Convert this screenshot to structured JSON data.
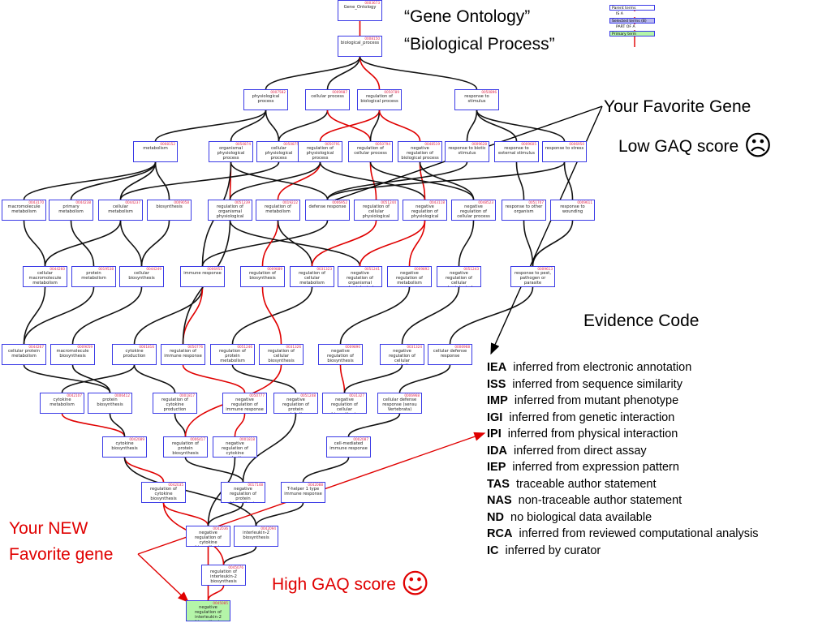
{
  "header": {
    "line1": "“Gene Ontology”",
    "line2": "“Biological Process”"
  },
  "annotations": {
    "favorite_gene": "Your Favorite Gene",
    "low_score": "Low GAQ score",
    "low_face": "☹",
    "new_favorite_line1": "Your NEW",
    "new_favorite_line2": "Favorite gene",
    "high_score": "High GAQ score",
    "high_face": "☺"
  },
  "legend": {
    "items": [
      "Parent terms",
      "IS A",
      "Selected terms (8)",
      "PART OF A",
      "Primary term"
    ]
  },
  "evidence": {
    "title": "Evidence Code",
    "codes": [
      {
        "code": "IEA",
        "desc": "inferred from electronic annotation"
      },
      {
        "code": "ISS",
        "desc": "inferred from sequence similarity"
      },
      {
        "code": "IMP",
        "desc": "inferred from mutant phenotype"
      },
      {
        "code": "IGI",
        "desc": "inferred from genetic interaction"
      },
      {
        "code": "IPI",
        "desc": "inferred from physical interaction"
      },
      {
        "code": "IDA",
        "desc": "inferred from direct assay"
      },
      {
        "code": "IEP",
        "desc": "inferred from expression pattern"
      },
      {
        "code": "TAS",
        "desc": "traceable author statement"
      },
      {
        "code": "NAS",
        "desc": "non-traceable author statement"
      },
      {
        "code": "ND",
        "desc": "no biological data available"
      },
      {
        "code": "RCA",
        "desc": "inferred from reviewed computational analysis"
      },
      {
        "code": "IC",
        "desc": "inferred by curator"
      }
    ]
  },
  "colors": {
    "node_border": "#3a3ae6",
    "node_id": "#e0264a",
    "edge_black": "#111111",
    "edge_red": "#e00000",
    "primary_fill": "#b4f5a8",
    "selected_fill": "#b9b9f0",
    "annotation_red": "#e00000"
  },
  "nodes": [
    {
      "id": "n_root",
      "gid": "0003673",
      "label": "Gene_Ontology"
    },
    {
      "id": "n_bp",
      "gid": "0008150",
      "label": "biological_process"
    },
    {
      "id": "n_phys",
      "gid": "0007582",
      "label": "physiological process"
    },
    {
      "id": "n_cell",
      "gid": "0009987",
      "label": "cellular process"
    },
    {
      "id": "n_regbp",
      "gid": "0050789",
      "label": "regulation of biological process"
    },
    {
      "id": "n_resp",
      "gid": "0050896",
      "label": "response to stimulus"
    },
    {
      "id": "n_metab",
      "gid": "0008152",
      "label": "metabolism"
    },
    {
      "id": "n_orgphys",
      "gid": "0050874",
      "label": "organismal physiological process"
    },
    {
      "id": "n_cellphys",
      "gid": "0050875",
      "label": "cellular physiological process"
    },
    {
      "id": "n_regphys",
      "gid": "0050791",
      "label": "regulation of physiological process"
    },
    {
      "id": "n_regcell",
      "gid": "0050794",
      "label": "regulation of cellular process"
    },
    {
      "id": "n_negbp",
      "gid": "0048519",
      "label": "negative regulation of biological process"
    },
    {
      "id": "n_abiotic",
      "gid": "0009628",
      "label": "response to biotic stimulus"
    },
    {
      "id": "n_external",
      "gid": "0009605",
      "label": "response to external stimulus"
    },
    {
      "id": "n_stress",
      "gid": "0006950",
      "label": "response to stress"
    },
    {
      "id": "n_macro",
      "gid": "0043170",
      "label": "macromolecule metabolism"
    },
    {
      "id": "n_primary",
      "gid": "0044238",
      "label": "primary metabolism"
    },
    {
      "id": "n_cellmet",
      "gid": "0044237",
      "label": "cellular metabolism"
    },
    {
      "id": "n_biosyn",
      "gid": "0009058",
      "label": "biosynthesis"
    },
    {
      "id": "n_regorg",
      "gid": "0051239",
      "label": "regulation of organismal physiological"
    },
    {
      "id": "n_regmet",
      "gid": "0019222",
      "label": "regulation of metabolism"
    },
    {
      "id": "n_defense",
      "gid": "0006952",
      "label": "defense response"
    },
    {
      "id": "n_regcellphys",
      "gid": "0051244",
      "label": "regulation of cellular physiological"
    },
    {
      "id": "n_negregphys",
      "gid": "0043118",
      "label": "negative regulation of physiological process"
    },
    {
      "id": "n_negregcell",
      "gid": "0048523",
      "label": "negative regulation of cellular process"
    },
    {
      "id": "n_otherorg",
      "gid": "0051707",
      "label": "response to other organism"
    },
    {
      "id": "n_wound",
      "gid": "0009611",
      "label": "response to wounding"
    },
    {
      "id": "n_cellmacro",
      "gid": "0044260",
      "label": "cellular macromolecule metabolism"
    },
    {
      "id": "n_protmet",
      "gid": "0019538",
      "label": "protein metabolism"
    },
    {
      "id": "n_cellbio",
      "gid": "0044249",
      "label": "cellular biosynthesis"
    },
    {
      "id": "n_immune",
      "gid": "0006955",
      "label": "immune response"
    },
    {
      "id": "n_regbiosyn",
      "gid": "0009889",
      "label": "regulation of biosynthesis"
    },
    {
      "id": "n_regcellmet",
      "gid": "0031323",
      "label": "regulation of cellular metabolism"
    },
    {
      "id": "n_negorg",
      "gid": "0051241",
      "label": "negative regulation of organismal physiological"
    },
    {
      "id": "n_negmet",
      "gid": "0009892",
      "label": "negative regulation of metabolism"
    },
    {
      "id": "n_negcellphys",
      "gid": "0051243",
      "label": "negative regulation of cellular physiological"
    },
    {
      "id": "n_pest",
      "gid": "0009613",
      "label": "response to pest, pathogen or parasite"
    },
    {
      "id": "n_cellprot",
      "gid": "0044267",
      "label": "cellular protein metabolism"
    },
    {
      "id": "n_macrobio",
      "gid": "0009059",
      "label": "macromolecule biosynthesis"
    },
    {
      "id": "n_cytprod",
      "gid": "0001816",
      "label": "cytokine production"
    },
    {
      "id": "n_regimm",
      "gid": "0050776",
      "label": "regulation of immune response"
    },
    {
      "id": "n_regprot",
      "gid": "0051246",
      "label": "regulation of protein metabolism"
    },
    {
      "id": "n_regcellbio",
      "gid": "0031326",
      "label": "regulation of cellular biosynthesis"
    },
    {
      "id": "n_negbiosyn",
      "gid": "0009890",
      "label": "negative regulation of biosynthesis"
    },
    {
      "id": "n_negcellmet",
      "gid": "0031324",
      "label": "negative regulation of cellular metabolism"
    },
    {
      "id": "n_celldef",
      "gid": "0006968",
      "label": "cellular defense response"
    },
    {
      "id": "n_cytmet",
      "gid": "0042107",
      "label": "cytokine metabolism"
    },
    {
      "id": "n_protbio",
      "gid": "0006412",
      "label": "protein biosynthesis"
    },
    {
      "id": "n_regcytprod",
      "gid": "0001817",
      "label": "regulation of cytokine production"
    },
    {
      "id": "n_negimm",
      "gid": "0050777",
      "label": "negative regulation of immune response"
    },
    {
      "id": "n_negprotmet",
      "gid": "0051248",
      "label": "negative regulation of protein metabolism"
    },
    {
      "id": "n_negcellbio",
      "gid": "0031327",
      "label": "negative regulation of cellular biosynthesis"
    },
    {
      "id": "n_celldefinv",
      "gid": "0006968",
      "label": "cellular defense response (sensu Vertebrata)"
    },
    {
      "id": "n_cytbio",
      "gid": "0042089",
      "label": "cytokine biosynthesis"
    },
    {
      "id": "n_regprotbio",
      "gid": "0006417",
      "label": "regulation of protein biosynthesis"
    },
    {
      "id": "n_negcytprod",
      "gid": "0001818",
      "label": "negative regulation of cytokine production"
    },
    {
      "id": "n_cellmedimm",
      "gid": "0002087",
      "label": "cell-mediated immune response"
    },
    {
      "id": "n_regcytbio",
      "gid": "0042035",
      "label": "regulation of cytokine biosynthesis"
    },
    {
      "id": "n_negprotbio",
      "gid": "0017148",
      "label": "negative regulation of protein biosynthesis"
    },
    {
      "id": "n_th1",
      "gid": "0042088",
      "label": "T-helper 1 type immune response"
    },
    {
      "id": "n_negcytbio",
      "gid": "0042036",
      "label": "negative regulation of cytokine biosynthesis"
    },
    {
      "id": "n_il2bio",
      "gid": "0042094",
      "label": "interleukin-2 biosynthesis"
    },
    {
      "id": "n_regil2",
      "gid": "0045076",
      "label": "regulation of interleukin-2 biosynthesis"
    },
    {
      "id": "n_negil2",
      "gid": "0045085",
      "label": "negative regulation of interleukin-2 biosynthesis"
    }
  ],
  "edges": [
    {
      "from": "n_root",
      "to": "n_bp",
      "red": true
    },
    {
      "from": "n_bp",
      "to": "n_phys"
    },
    {
      "from": "n_bp",
      "to": "n_cell"
    },
    {
      "from": "n_bp",
      "to": "n_regbp",
      "red": true
    },
    {
      "from": "n_bp",
      "to": "n_resp"
    },
    {
      "from": "n_phys",
      "to": "n_metab"
    },
    {
      "from": "n_phys",
      "to": "n_orgphys"
    },
    {
      "from": "n_phys",
      "to": "n_cellphys"
    },
    {
      "from": "n_cell",
      "to": "n_cellphys"
    },
    {
      "from": "n_cell",
      "to": "n_regcell",
      "red": true
    },
    {
      "from": "n_regbp",
      "to": "n_regphys",
      "red": true
    },
    {
      "from": "n_regbp",
      "to": "n_regcell"
    },
    {
      "from": "n_regbp",
      "to": "n_negbp",
      "red": true
    },
    {
      "from": "n_resp",
      "to": "n_abiotic"
    },
    {
      "from": "n_resp",
      "to": "n_external"
    },
    {
      "from": "n_resp",
      "to": "n_stress"
    },
    {
      "from": "n_metab",
      "to": "n_macro"
    },
    {
      "from": "n_metab",
      "to": "n_primary"
    },
    {
      "from": "n_metab",
      "to": "n_cellmet"
    },
    {
      "from": "n_metab",
      "to": "n_biosyn"
    },
    {
      "from": "n_orgphys",
      "to": "n_regorg",
      "red": true
    },
    {
      "from": "n_cellphys",
      "to": "n_cellmet"
    },
    {
      "from": "n_regphys",
      "to": "n_regmet",
      "red": true
    },
    {
      "from": "n_regphys",
      "to": "n_regorg"
    },
    {
      "from": "n_regcell",
      "to": "n_regcellphys",
      "red": true
    },
    {
      "from": "n_regphys",
      "to": "n_negregphys"
    },
    {
      "from": "n_negbp",
      "to": "n_negregphys",
      "red": true
    },
    {
      "from": "n_negbp",
      "to": "n_negregcell"
    },
    {
      "from": "n_regcell",
      "to": "n_negregcell"
    },
    {
      "from": "n_stress",
      "to": "n_wound"
    },
    {
      "from": "n_external",
      "to": "n_otherorg"
    },
    {
      "from": "n_abiotic",
      "to": "n_defense"
    },
    {
      "from": "n_stress",
      "to": "n_defense"
    },
    {
      "from": "n_orgphys",
      "to": "n_defense"
    },
    {
      "from": "n_macro",
      "to": "n_cellmacro"
    },
    {
      "from": "n_primary",
      "to": "n_protmet"
    },
    {
      "from": "n_cellmet",
      "to": "n_cellmacro"
    },
    {
      "from": "n_cellmet",
      "to": "n_cellbio"
    },
    {
      "from": "n_biosyn",
      "to": "n_cellbio"
    },
    {
      "from": "n_defense",
      "to": "n_immune"
    },
    {
      "from": "n_orgphys",
      "to": "n_immune"
    },
    {
      "from": "n_regmet",
      "to": "n_regbiosyn",
      "red": true
    },
    {
      "from": "n_regmet",
      "to": "n_regcellmet"
    },
    {
      "from": "n_regcellphys",
      "to": "n_regcellmet",
      "red": true
    },
    {
      "from": "n_regorg",
      "to": "n_negorg"
    },
    {
      "from": "n_negregphys",
      "to": "n_negorg",
      "red": true
    },
    {
      "from": "n_negregphys",
      "to": "n_negmet",
      "red": true
    },
    {
      "from": "n_negregcell",
      "to": "n_negcellphys"
    },
    {
      "from": "n_otherorg",
      "to": "n_pest"
    },
    {
      "from": "n_wound",
      "to": "n_pest"
    },
    {
      "from": "n_cellmacro",
      "to": "n_cellprot"
    },
    {
      "from": "n_protmet",
      "to": "n_cellprot"
    },
    {
      "from": "n_cellbio",
      "to": "n_macrobio"
    },
    {
      "from": "n_immune",
      "to": "n_cytprod"
    },
    {
      "from": "n_immune",
      "to": "n_regimm",
      "red": true
    },
    {
      "from": "n_regcellmet",
      "to": "n_regprot"
    },
    {
      "from": "n_regbiosyn",
      "to": "n_regcellbio",
      "red": true
    },
    {
      "from": "n_negmet",
      "to": "n_negbiosyn"
    },
    {
      "from": "n_negcellphys",
      "to": "n_negcellmet"
    },
    {
      "from": "n_pest",
      "to": "n_celldef"
    },
    {
      "from": "n_regorg",
      "to": "n_regimm"
    },
    {
      "from": "n_cytprod",
      "to": "n_cytmet"
    },
    {
      "from": "n_cellprot",
      "to": "n_protbio"
    },
    {
      "from": "n_macrobio",
      "to": "n_protbio"
    },
    {
      "from": "n_cytprod",
      "to": "n_regcytprod"
    },
    {
      "from": "n_regimm",
      "to": "n_negimm",
      "red": true
    },
    {
      "from": "n_regprot",
      "to": "n_negprotmet"
    },
    {
      "from": "n_negbiosyn",
      "to": "n_negcellbio",
      "red": true
    },
    {
      "from": "n_negcellmet",
      "to": "n_negcellbio"
    },
    {
      "from": "n_celldef",
      "to": "n_celldefinv"
    },
    {
      "from": "n_cytmet",
      "to": "n_cytbio",
      "red": true
    },
    {
      "from": "n_protbio",
      "to": "n_cytbio"
    },
    {
      "from": "n_regcytprod",
      "to": "n_regprotbio"
    },
    {
      "from": "n_negimm",
      "to": "n_negcytprod",
      "red": true
    },
    {
      "from": "n_regcellbio",
      "to": "n_regprotbio",
      "red": true
    },
    {
      "from": "n_celldefinv",
      "to": "n_cellmedimm"
    },
    {
      "from": "n_cytbio",
      "to": "n_regcytbio",
      "red": true
    },
    {
      "from": "n_regprotbio",
      "to": "n_negprotbio"
    },
    {
      "from": "n_negprotmet",
      "to": "n_negprotbio"
    },
    {
      "from": "n_cellmedimm",
      "to": "n_th1"
    },
    {
      "from": "n_regcytbio",
      "to": "n_negcytbio",
      "red": true
    },
    {
      "from": "n_negcytprod",
      "to": "n_negcytbio"
    },
    {
      "from": "n_negprotbio",
      "to": "n_negcytbio"
    },
    {
      "from": "n_th1",
      "to": "n_il2bio"
    },
    {
      "from": "n_cytbio",
      "to": "n_il2bio"
    },
    {
      "from": "n_il2bio",
      "to": "n_regil2"
    },
    {
      "from": "n_regcytbio",
      "to": "n_regil2",
      "red": true
    },
    {
      "from": "n_regil2",
      "to": "n_negil2",
      "red": true
    },
    {
      "from": "n_negcytbio",
      "to": "n_negil2",
      "red": true
    }
  ]
}
